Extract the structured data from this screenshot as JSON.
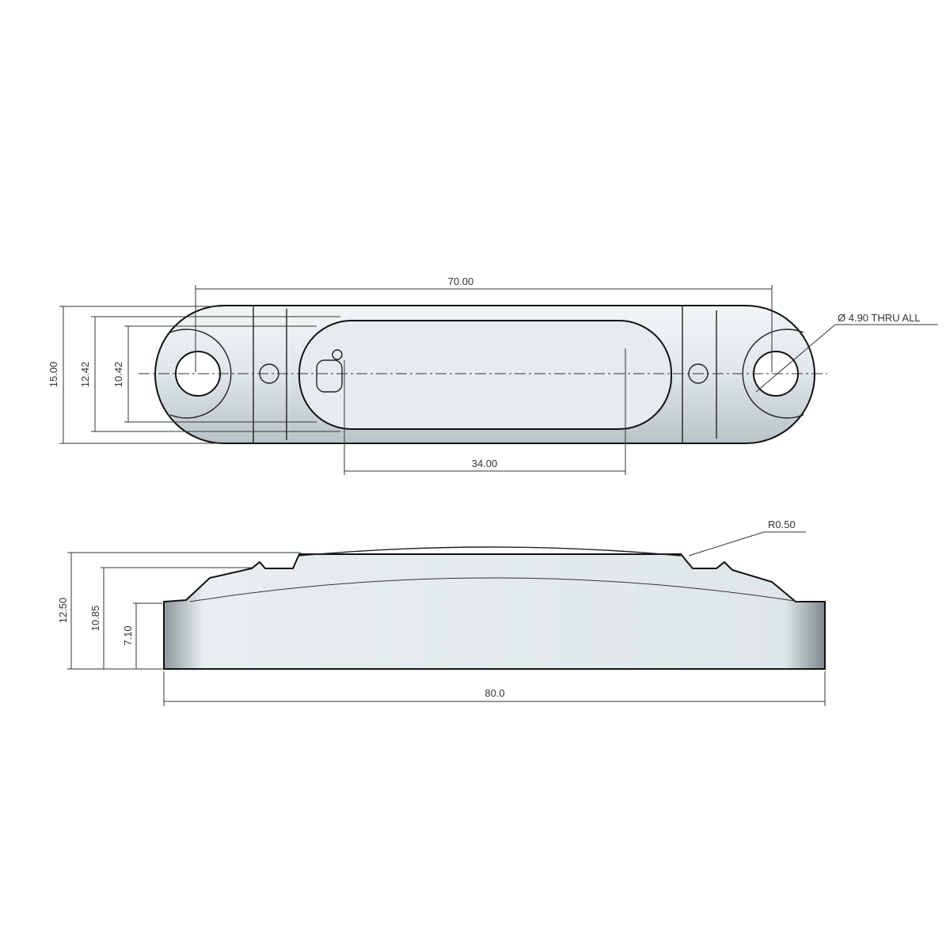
{
  "top_view": {
    "dimensions": {
      "length": "70.00",
      "width_overall": "15.00",
      "width_mid": "12.42",
      "width_inner": "10.42",
      "slot": "34.00",
      "hole": "Ø 4.90 THRU ALL"
    }
  },
  "side_view": {
    "dimensions": {
      "height_overall": "12.50",
      "height_mid": "10.85",
      "height_base": "7.10",
      "length_overall": "80.0",
      "radius": "R0.50"
    }
  },
  "colors": {
    "body": "#dfe5e8",
    "line": "#222222"
  }
}
